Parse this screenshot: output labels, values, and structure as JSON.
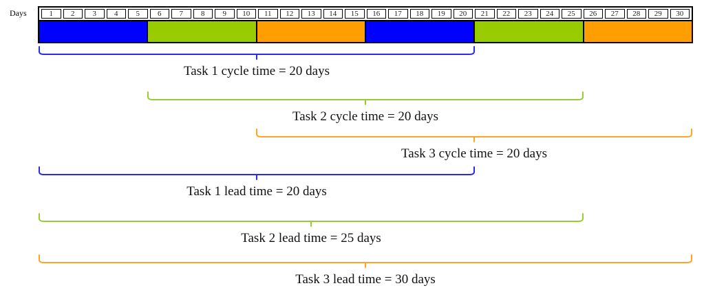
{
  "axis_label": "Days",
  "day_numbers": [
    "1",
    "2",
    "3",
    "4",
    "5",
    "6",
    "7",
    "8",
    "9",
    "10",
    "11",
    "12",
    "13",
    "14",
    "15",
    "16",
    "17",
    "18",
    "19",
    "20",
    "21",
    "22",
    "23",
    "24",
    "25",
    "26",
    "27",
    "28",
    "29",
    "30"
  ],
  "bar_segments": [
    {
      "task": "Task 1",
      "color": "#0000FF",
      "day_start": 1,
      "day_end": 5
    },
    {
      "task": "Task 2",
      "color": "#99CC00",
      "day_start": 6,
      "day_end": 10
    },
    {
      "task": "Task 3",
      "color": "#FF9E00",
      "day_start": 11,
      "day_end": 15
    },
    {
      "task": "Task 1",
      "color": "#0000FF",
      "day_start": 16,
      "day_end": 20
    },
    {
      "task": "Task 2",
      "color": "#99CC00",
      "day_start": 21,
      "day_end": 25
    },
    {
      "task": "Task 3",
      "color": "#FF9E00",
      "day_start": 26,
      "day_end": 30
    }
  ],
  "braces": [
    {
      "label": "Task 1 cycle time = 20 days",
      "color": "#2A2AE8",
      "day_start": 1,
      "day_end": 20,
      "value_days": 20,
      "metric": "cycle time",
      "task": "Task 1"
    },
    {
      "label": "Task 2 cycle time = 20 days",
      "color": "#99CC33",
      "day_start": 6,
      "day_end": 25,
      "value_days": 20,
      "metric": "cycle time",
      "task": "Task 2"
    },
    {
      "label": "Task 3 cycle time = 20 days",
      "color": "#FFA326",
      "day_start": 11,
      "day_end": 30,
      "value_days": 20,
      "metric": "cycle time",
      "task": "Task 3"
    },
    {
      "label": "Task 1 lead time = 20 days",
      "color": "#2A2AE8",
      "day_start": 1,
      "day_end": 20,
      "value_days": 20,
      "metric": "lead time",
      "task": "Task 1"
    },
    {
      "label": "Task 2 lead time = 25 days",
      "color": "#99CC33",
      "day_start": 1,
      "day_end": 25,
      "value_days": 25,
      "metric": "lead time",
      "task": "Task 2"
    },
    {
      "label": "Task 3 lead time = 30 days",
      "color": "#FFA326",
      "day_start": 1,
      "day_end": 30,
      "value_days": 30,
      "metric": "lead time",
      "task": "Task 3"
    }
  ],
  "colors": {
    "task1_bar": "#0000FF",
    "task2_bar": "#99CC00",
    "task3_bar": "#FF9E00",
    "border": "#000000",
    "label_text": "#111111"
  }
}
